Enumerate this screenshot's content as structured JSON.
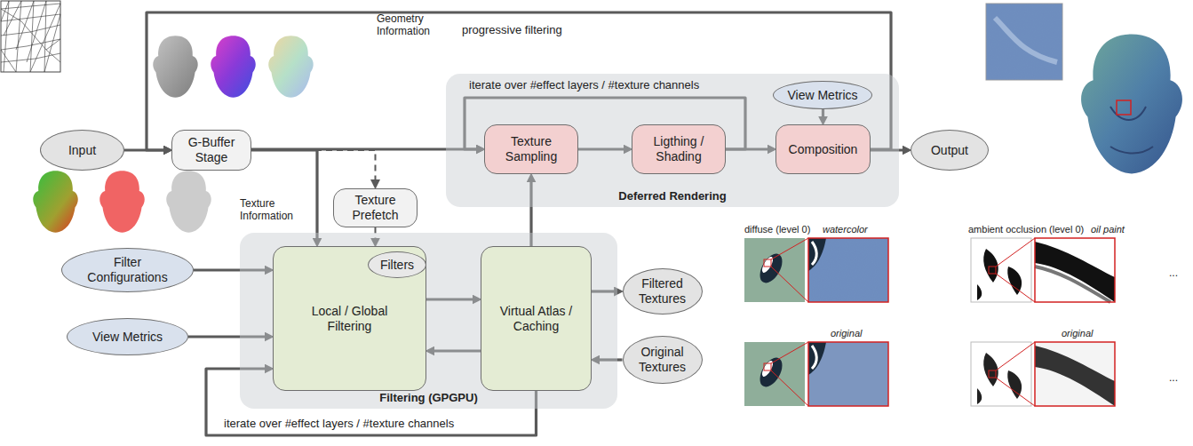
{
  "diagram": {
    "nodes": [
      {
        "text": [
          "Input"
        ]
      },
      {
        "text": [
          "G-Buffer Stage"
        ]
      },
      {
        "text": [
          "Deferred Rendering"
        ]
      },
      {
        "text": [
          "Texture Sampling"
        ],
        "in": 2
      },
      {
        "text": [
          "Ligthing / Shading"
        ],
        "in": 2
      },
      {
        "text": [
          "Composition"
        ],
        "in": 2
      },
      {
        "text": [
          "View Metrics"
        ],
        "in": 2
      },
      {
        "text": [
          "Output"
        ]
      },
      {
        "text": [
          "Texture Prefetch"
        ]
      },
      {
        "text": [
          "Filtering (GPGPU)"
        ]
      },
      {
        "text": [
          "Local / Global Filtering"
        ],
        "in": 9
      },
      {
        "text": [
          "Filters"
        ],
        "in": 10
      },
      {
        "text": [
          "Virtual Atlas / Caching"
        ],
        "in": 9
      },
      {
        "text": [
          "Filter Configurations"
        ]
      },
      {
        "text": [
          "View Metrics"
        ]
      },
      {
        "text": [
          "Filtered Textures"
        ]
      },
      {
        "text": [
          "Original Textures"
        ]
      }
    ],
    "edges": [
      {
        "from": 0,
        "to": 1,
        "arrow": "to"
      },
      {
        "from": 1,
        "to": 3,
        "arrow": "to"
      },
      {
        "from": 3,
        "to": 4,
        "arrow": "to"
      },
      {
        "from": 4,
        "to": 5,
        "arrow": "to"
      },
      {
        "from": 5,
        "to": 7,
        "arrow": "to"
      },
      {
        "from": 6,
        "to": 5,
        "arrow": "to"
      },
      {
        "from": 4,
        "to": 3,
        "label": "iterate over #effect layers / #texture channels",
        "arrow": "to"
      },
      {
        "from": 5,
        "to": 1,
        "label": "progressive filtering",
        "arrow": "to"
      },
      {
        "from": 1,
        "to": 10,
        "arrow": "to"
      },
      {
        "from": 1,
        "to": 8,
        "arrow": "to"
      },
      {
        "from": 8,
        "to": 10,
        "arrow": "to"
      },
      {
        "from": 13,
        "to": 10,
        "arrow": "to"
      },
      {
        "from": 14,
        "to": 10,
        "arrow": "to"
      },
      {
        "from": 10,
        "to": 12,
        "arrow": "to"
      },
      {
        "from": 12,
        "to": 10,
        "arrow": "to"
      },
      {
        "from": 12,
        "to": 15,
        "arrow": "to"
      },
      {
        "from": 16,
        "to": 12,
        "arrow": "to"
      },
      {
        "from": 12,
        "to": 3,
        "arrow": "to"
      },
      {
        "from": 12,
        "to": 10,
        "label": "iterate over #effect layers / #texture channels",
        "arrow": "to"
      }
    ],
    "labels": [
      "Geometry Information",
      "Texture Information",
      "diffuse (level 0)",
      "watercolor",
      "ambient occlusion (level 0)",
      "oil paint",
      "original",
      "original",
      "...",
      "..."
    ]
  }
}
